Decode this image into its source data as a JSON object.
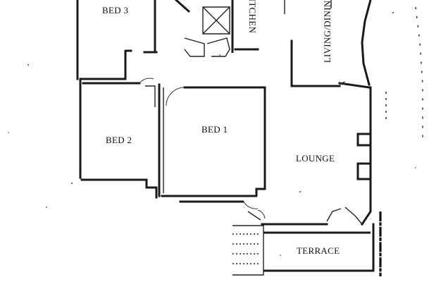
{
  "floor_plan": {
    "rooms": {
      "bed3": "BED 3",
      "bed2": "BED 2",
      "bed1": "BED 1",
      "kitchen": "KITCHEN",
      "living_dining": "LIVING/DINING",
      "lounge": "LOUNGE",
      "terrace": "TERRACE"
    }
  }
}
